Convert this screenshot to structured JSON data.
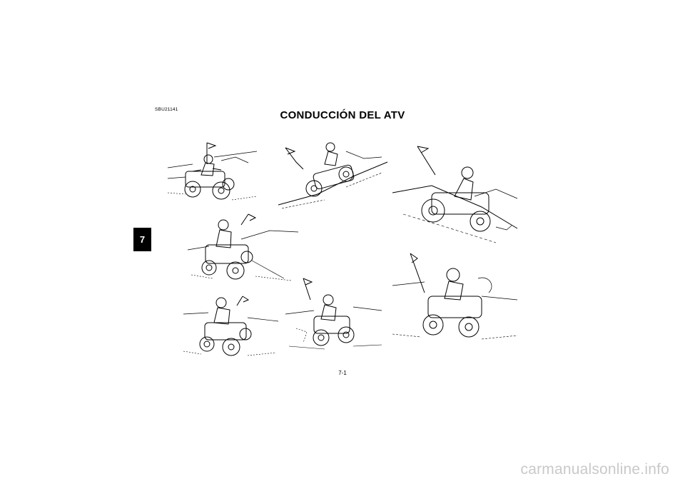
{
  "chapter": {
    "tab": "7"
  },
  "ref_code": "SBU21141",
  "title": "CONDUCCIÓN DEL ATV",
  "page_number": "7-1",
  "footer_watermark": "carmanualsonline.info",
  "illustrations": [
    {
      "icon": "atv-turning-illustration"
    },
    {
      "icon": "atv-climbing-hill-illustration"
    },
    {
      "icon": "atv-descending-hill-illustration"
    },
    {
      "icon": "atv-traversing-slope-illustration"
    },
    {
      "icon": "atv-crossing-rough-terrain-illustration"
    },
    {
      "icon": "atv-riding-through-mud-illustration"
    },
    {
      "icon": "atv-sliding-illustration"
    }
  ]
}
